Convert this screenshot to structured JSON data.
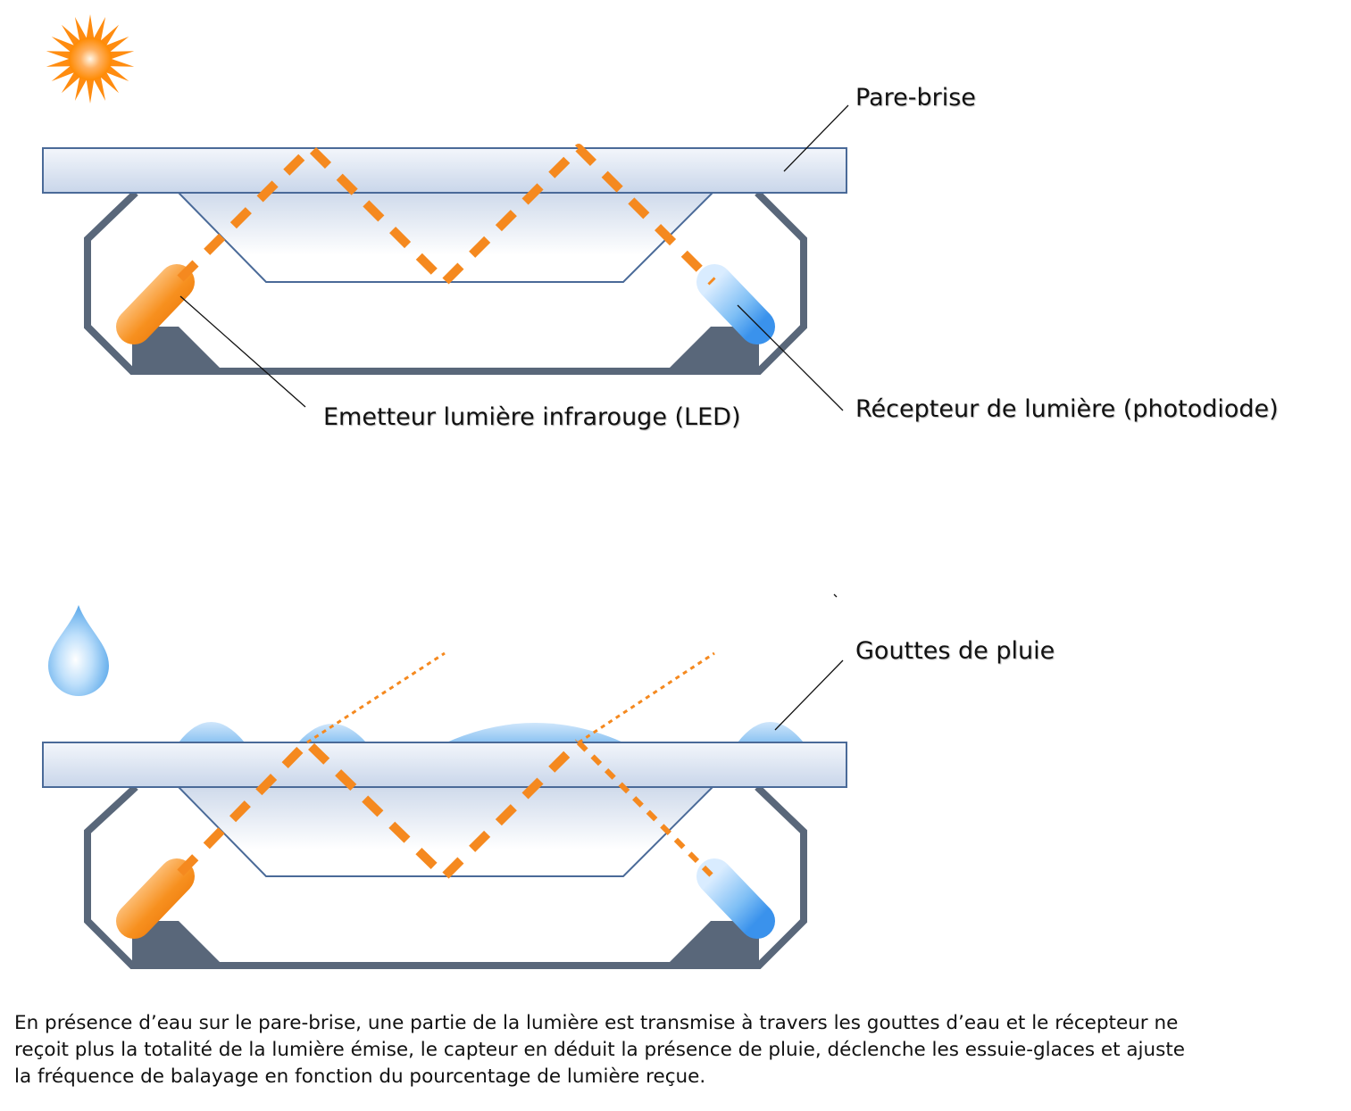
{
  "labels": {
    "windshield": "Pare-brise",
    "emitter": "Emetteur lumière infrarouge (LED)",
    "receiver": "Récepteur de lumière (photodiode)",
    "raindrops": "Gouttes de pluie"
  },
  "caption": {
    "line1": "En présence d’eau sur le pare-brise, une partie de la lumière est transmise à travers les gouttes d’eau et le récepteur ne",
    "line2": "reçoit plus la totalité de la lumière émise, le capteur en déduit la présence de pluie, déclenche les essuie-glaces et ajuste",
    "line3": "la fréquence de balayage en fonction du pourcentage de lumière reçue."
  },
  "icons": [
    "sun-icon",
    "water-drop-icon"
  ],
  "colors": {
    "beam": "#f5891f",
    "housing": "#59677a",
    "glass_edge": "#4a6a98",
    "receiver": "#4aa0f0",
    "emitter": "#f07d10"
  }
}
